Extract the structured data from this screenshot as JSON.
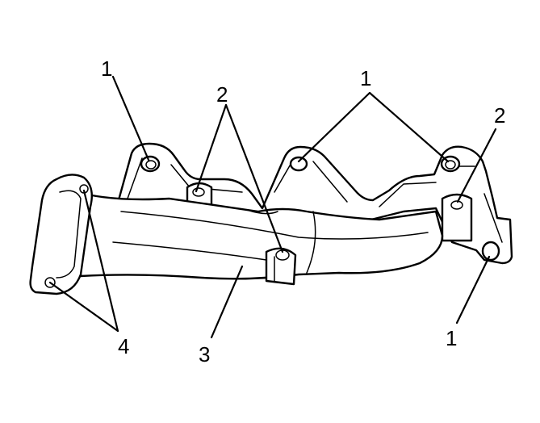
{
  "callouts": {
    "top_left_1": "1",
    "top_left_2": "2",
    "top_center_1": "1",
    "right_2": "2",
    "bottom_right_1": "1",
    "bottom_3": "3",
    "bottom_left_4": "4"
  },
  "colors": {
    "line": "#000000",
    "background": "#ffffff"
  }
}
